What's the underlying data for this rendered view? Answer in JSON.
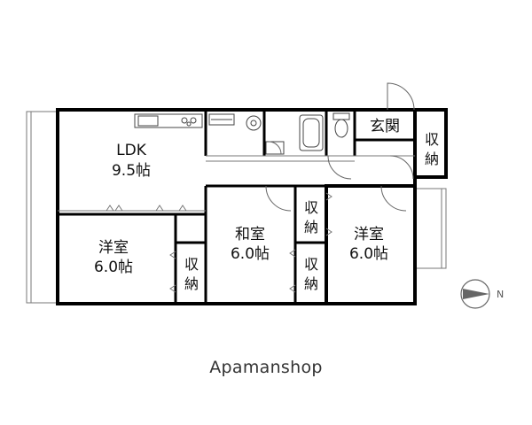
{
  "rooms": {
    "ldk": {
      "name": "LDK",
      "size": "9.5帖"
    },
    "western1": {
      "name": "洋室",
      "size": "6.0帖"
    },
    "japanese": {
      "name": "和室",
      "size": "6.0帖"
    },
    "western2": {
      "name": "洋室",
      "size": "6.0帖"
    },
    "entrance": {
      "name": "玄関"
    }
  },
  "storage_label": [
    "収",
    "納"
  ],
  "compass": {
    "label": "N"
  },
  "brand": "Apamanshop",
  "colors": {
    "wall": "#000000",
    "thin": "#666666"
  }
}
